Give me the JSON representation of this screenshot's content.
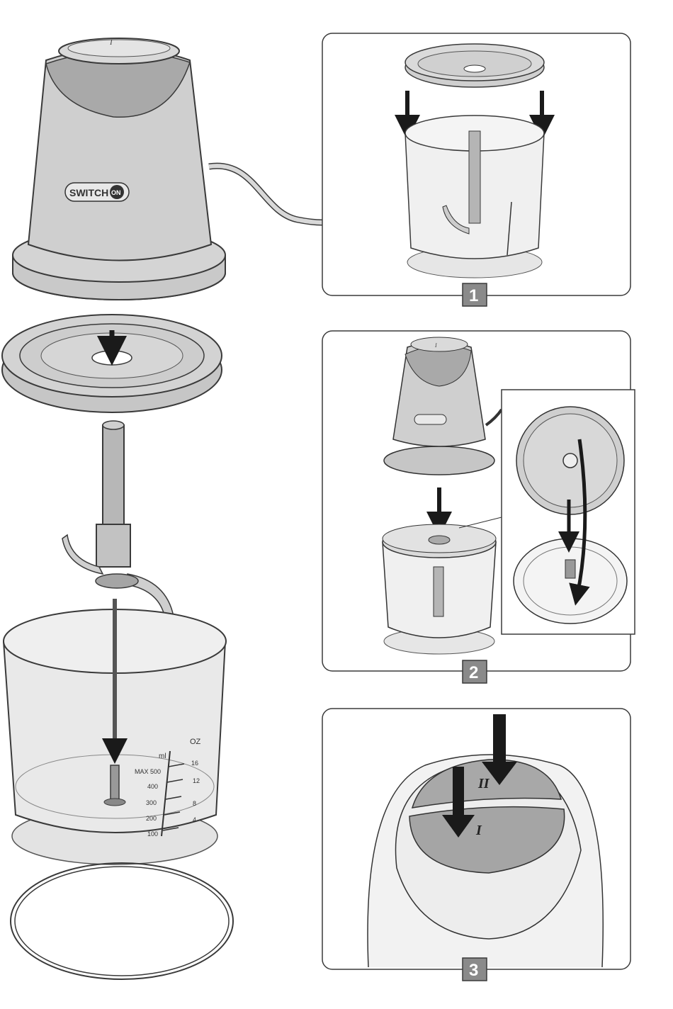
{
  "brand": {
    "logo_text": "SWITCH",
    "logo_suffix": "ON"
  },
  "speed_labels": {
    "speed_1": "I",
    "speed_2": "II"
  },
  "bowl_scale": {
    "ml_unit": "ml",
    "oz_unit": "OZ",
    "ml_marks": [
      "MAX 500",
      "400",
      "300",
      "200",
      "100"
    ],
    "oz_marks": [
      "16",
      "12",
      "8",
      "4"
    ]
  },
  "steps": [
    {
      "number": "1"
    },
    {
      "number": "2"
    },
    {
      "number": "3"
    }
  ],
  "colors": {
    "outline": "#3a3a3a",
    "body_fill": "#d2d2d2",
    "body_shade": "#a8a8a8",
    "badge_fill": "#8a8a8a",
    "arrow": "#1a1a1a"
  }
}
